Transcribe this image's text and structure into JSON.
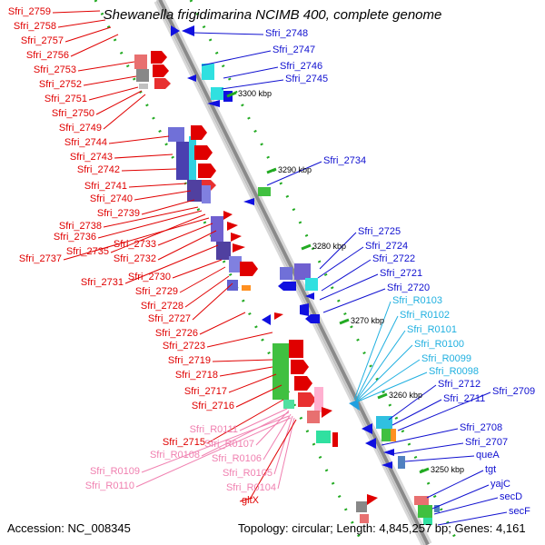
{
  "title": "Shewanella frigidimarina NCIMB 400, complete genome",
  "footer": {
    "accession": "Accession: NC_008345",
    "topology": "Topology: circular; Length: 4,845,257 bp; Genes: 4,161"
  },
  "scale_marks": [
    "3300 kbp",
    "3290 kbp",
    "3280 kbp",
    "3270 kbp",
    "3260 kbp",
    "3250 kbp"
  ],
  "colors": {
    "left_label": "#e00000",
    "right_label": "#1010d0",
    "rna_left_label": "#f080b0",
    "rna_right_label": "#20b0e0",
    "axis": "#888888"
  },
  "labels_left": [
    "Sfri_2759",
    "Sfri_2758",
    "Sfri_2757",
    "Sfri_2756",
    "Sfri_2753",
    "Sfri_2752",
    "Sfri_2751",
    "Sfri_2750",
    "Sfri_2749",
    "Sfri_2744",
    "Sfri_2743",
    "Sfri_2742",
    "Sfri_2741",
    "Sfri_2740",
    "Sfri_2739",
    "Sfri_2738",
    "Sfri_2736",
    "Sfri_2735",
    "Sfri_2737",
    "Sfri_2733",
    "Sfri_2732",
    "Sfri_2731",
    "Sfri_2730",
    "Sfri_2729",
    "Sfri_2728",
    "Sfri_2727",
    "Sfri_2726",
    "Sfri_2723",
    "Sfri_2719",
    "Sfri_2718",
    "Sfri_2717",
    "Sfri_2716",
    "Sfri_2715"
  ],
  "labels_left_rna": [
    "Sfri_R0111",
    "Sfri_R0107",
    "Sfri_R0108",
    "Sfri_R0106",
    "Sfri_R0109",
    "Sfri_R0105",
    "Sfri_R0110",
    "Sfri_R0104"
  ],
  "label_gltX": "gltX",
  "labels_right": [
    "Sfri_2748",
    "Sfri_2747",
    "Sfri_2746",
    "Sfri_2745",
    "Sfri_2734",
    "Sfri_2725",
    "Sfri_2724",
    "Sfri_2722",
    "Sfri_2721",
    "Sfri_2720"
  ],
  "labels_right_rna": [
    "Sfri_R0103",
    "Sfri_R0102",
    "Sfri_R0101",
    "Sfri_R0100",
    "Sfri_R0099",
    "Sfri_R0098"
  ],
  "labels_right_lower": [
    "Sfri_2712",
    "Sfri_2711",
    "Sfri_2709",
    "Sfri_2708",
    "Sfri_2707",
    "queA",
    "tgt",
    "yajC",
    "secD",
    "secF"
  ]
}
